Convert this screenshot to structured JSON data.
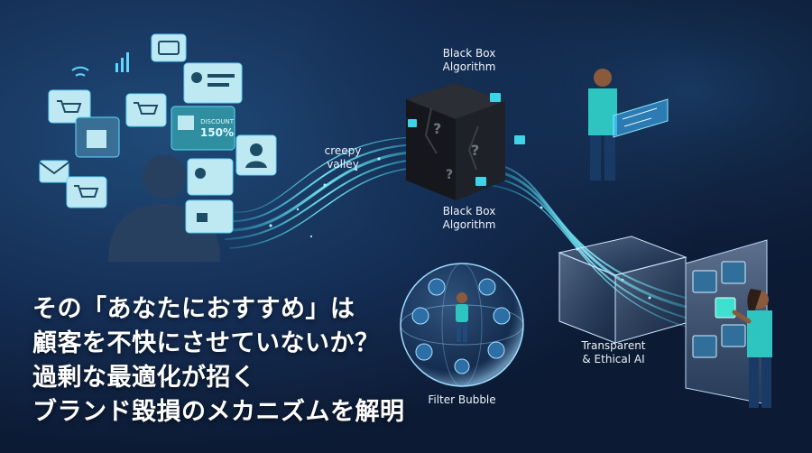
{
  "labels": {
    "black_box_top": [
      "Black Box",
      "Algorithm"
    ],
    "black_box_bottom": [
      "Black Box",
      "Algorithm"
    ],
    "creepy_valley": [
      "creepy",
      "valley"
    ],
    "transparent_ai": [
      "Transparent",
      "& Ethical AI"
    ],
    "filter_bubble": "Filter Bubble",
    "discount_badge": [
      "DISCOUNT",
      "150%"
    ]
  },
  "headline": [
    "その「あなたにおすすめ」は",
    "顧客を不快にさせていないか？",
    "過剰な最適化が招く",
    "ブランド毀損のメカニズムを解明"
  ],
  "icons": {
    "cards": [
      "cart-icon",
      "wallet-icon",
      "profile-icon",
      "gift-icon",
      "mail-icon",
      "lock-icon",
      "user-icon",
      "wifi-icon",
      "bar-chart-icon"
    ],
    "cube": [
      "question-mark-icon",
      "padlock-icon"
    ],
    "bubble": [
      "shopping-bag-icon"
    ],
    "screen": [
      "tshirt-icon",
      "shopping-bag-icon"
    ]
  },
  "colors": {
    "background": "#0f1e38",
    "accent_cyan": "#3fe0ff",
    "accent_teal": "#2ec4c0",
    "card_fill": "#bfe9f2",
    "text": "#ffffff"
  }
}
